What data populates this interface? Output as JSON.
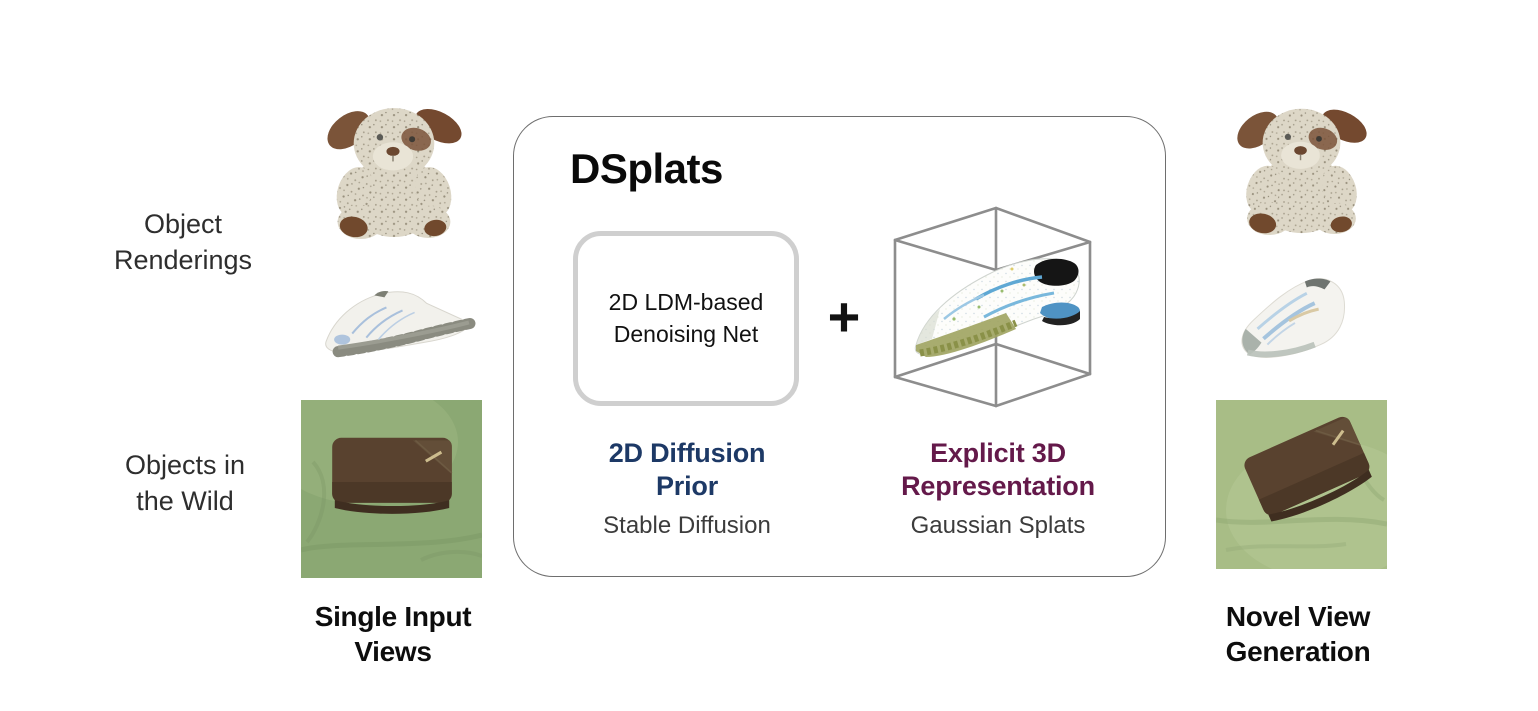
{
  "left_column": {
    "row_label_renderings": "Object\nRenderings",
    "row_label_wild": "Objects in\nthe Wild",
    "caption": "Single Input\nViews"
  },
  "center_box": {
    "title": "DSplats",
    "denoising_box_label": "2D LDM-based\nDenoising Net",
    "plus_sign": "+",
    "left_component": {
      "heading": "2D Diffusion\nPrior",
      "subheading": "Stable Diffusion",
      "heading_color": "#1d3966"
    },
    "right_component": {
      "heading": "Explicit 3D\nRepresentation",
      "subheading": "Gaussian Splats",
      "heading_color": "#64194a"
    }
  },
  "right_column": {
    "caption": "Novel View\nGeneration"
  },
  "images": {
    "left": [
      "teddy-bear-rendering",
      "shoe-rendering",
      "wallet-wild-photo"
    ],
    "center": [
      "gaussian-splat-shoe-in-wireframe-cube"
    ],
    "right": [
      "teddy-bear-novel-view",
      "shoe-novel-view",
      "wallet-novel-view"
    ]
  },
  "colors": {
    "outer_box_border": "#6e6e6e",
    "inner_box_border": "#cfcfcf",
    "cube_wireframe": "#8d8d8d",
    "subheading_text": "#3c3c3c",
    "caption_text": "#0d0d0d",
    "row_label_text": "#2e2e2e"
  }
}
